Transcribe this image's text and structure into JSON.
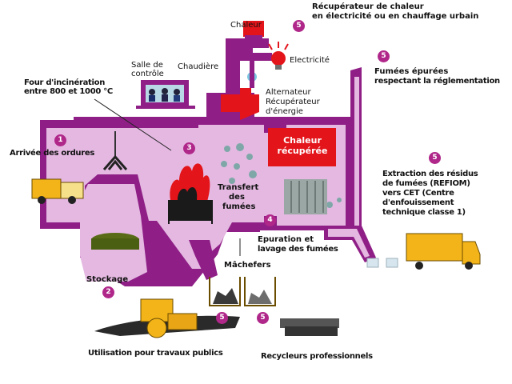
{
  "labels": {
    "chaleur": "Chaleur",
    "recup_title": "Récupérateur de chaleur",
    "recup_sub": "en électricité ou en chauffage urbain",
    "electricite": "Electricité",
    "salle_1": "Salle de",
    "salle_2": "contrôle",
    "chaudiere": "Chaudière",
    "four_1": "Four d'incinération",
    "four_2": "entre 800 et 1000 °C",
    "fumees_1": "Fumées épurées",
    "fumees_2": "respectant la réglementation",
    "alt_1": "Alternateur",
    "alt_2": "Récupérateur",
    "alt_3": "d'énergie",
    "chaleur_recup_1": "Chaleur",
    "chaleur_recup_2": "récupérée",
    "arrivee": "Arrivée des ordures",
    "transfert_1": "Transfert",
    "transfert_2": "des",
    "transfert_3": "fumées",
    "extraction_1": "Extraction des résidus",
    "extraction_2": "de fumées (REFIOM)",
    "extraction_3": "vers CET (Centre",
    "extraction_4": "d'enfouissement",
    "extraction_5": "technique classe 1)",
    "epuration_1": "Epuration et",
    "epuration_2": "lavage des fumées",
    "machefers": "Mâchefers",
    "stockage": "Stockage",
    "travaux": "Utilisation pour travaux publics",
    "recycleurs": "Recycleurs professionnels"
  },
  "steps": {
    "s1": "1",
    "s2": "2",
    "s3": "3",
    "s4": "4",
    "s5_recup": "5",
    "s5_fumees": "5",
    "s5_extraction": "5",
    "s5_machefers_a": "5",
    "s5_machefers_b": "5"
  },
  "colors": {
    "purple": "#8f1f86",
    "lilac": "#e4b8e1",
    "red": "#e3141a",
    "yellow": "#f3b419",
    "step_badge": "#b0278a"
  }
}
